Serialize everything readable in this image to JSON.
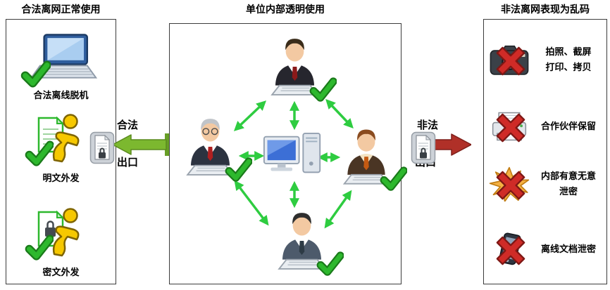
{
  "titles": {
    "left": "合法离网正常使用",
    "center": "单位内部透明使用",
    "right": "非法离网表现为乱码"
  },
  "left_panel": {
    "items": [
      {
        "label": "合法离线脱机"
      },
      {
        "label": "明文外发"
      },
      {
        "label": "密文外发"
      }
    ]
  },
  "connectors": {
    "legal": {
      "top_label": "合法",
      "bottom_label": "出口"
    },
    "illegal": {
      "top_label": "非法",
      "bottom_label": "出口"
    }
  },
  "right_panel": {
    "items": [
      {
        "label": "拍照、截屏\n打印、拷贝"
      },
      {
        "label": "合作伙伴保留"
      },
      {
        "label": "内部有意无意\n泄密",
        "icon_text": "?!!"
      },
      {
        "label": "离线文档泄密"
      }
    ]
  },
  "colors": {
    "check_green": "#2db82d",
    "net_arrow_green": "#2ecc40",
    "legal_arrow_green": "#7cb82f",
    "illegal_arrow_red": "#b03028",
    "cross_red": "#cf2b27"
  }
}
